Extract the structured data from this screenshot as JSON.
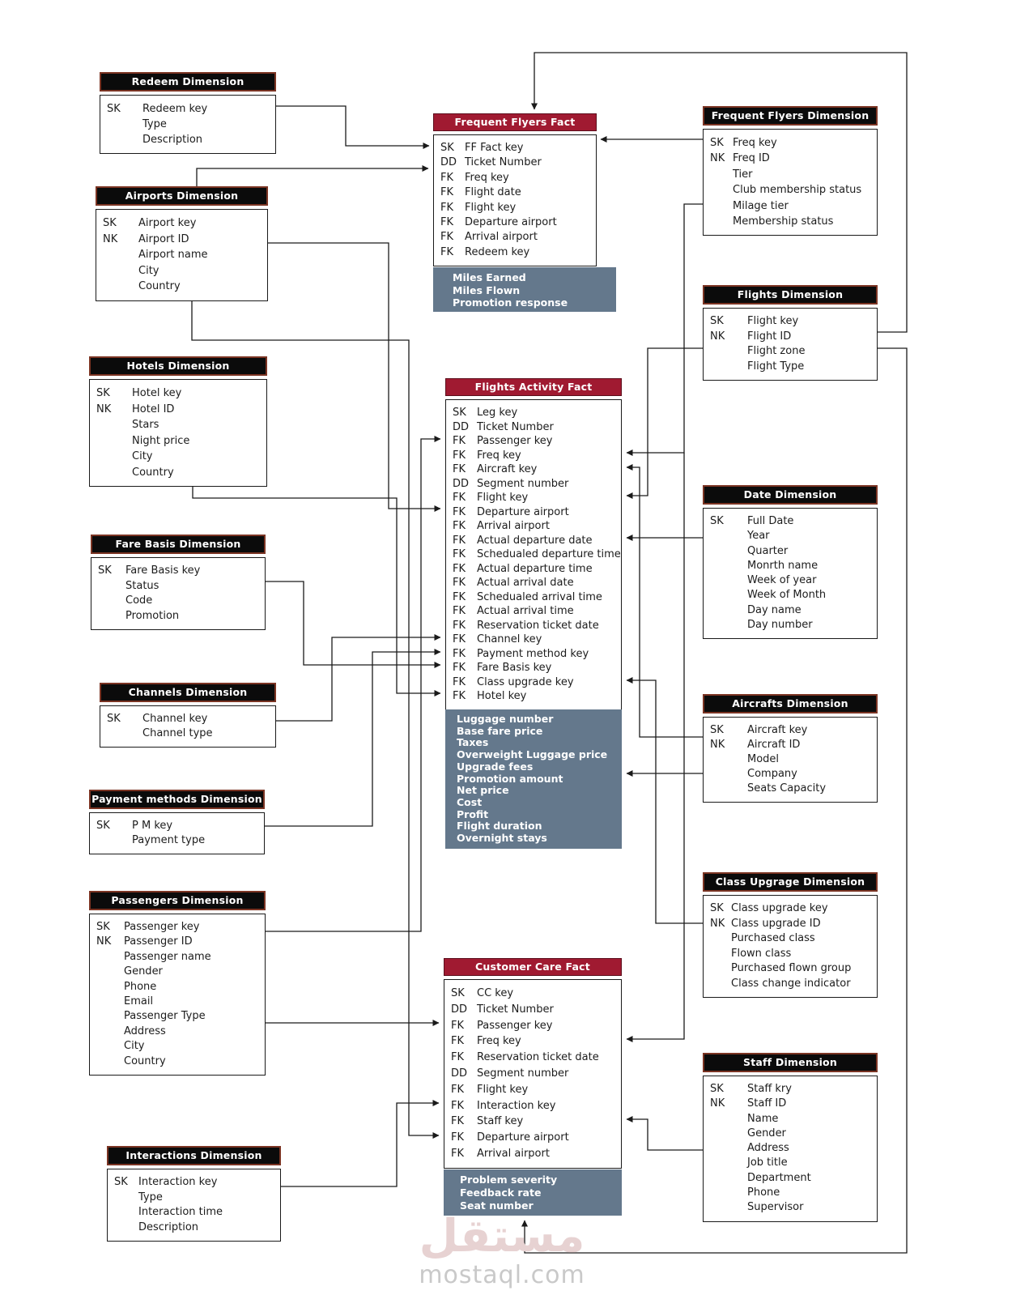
{
  "tables": [
    {
      "id": "redeem-dimension",
      "kind": "dimension",
      "title": "Redeem Dimension",
      "fields": [
        {
          "k": "SK",
          "n": "Redeem key"
        },
        {
          "k": "",
          "n": "Type"
        },
        {
          "k": "",
          "n": "Description"
        }
      ]
    },
    {
      "id": "airports-dimension",
      "kind": "dimension",
      "title": "Airports Dimension",
      "fields": [
        {
          "k": "SK",
          "n": "Airport key"
        },
        {
          "k": "NK",
          "n": "Airport ID"
        },
        {
          "k": "",
          "n": "Airport name"
        },
        {
          "k": "",
          "n": "City"
        },
        {
          "k": "",
          "n": "Country"
        }
      ]
    },
    {
      "id": "hotels-dimension",
      "kind": "dimension",
      "title": "Hotels Dimension",
      "fields": [
        {
          "k": "SK",
          "n": "Hotel key"
        },
        {
          "k": "NK",
          "n": "Hotel ID"
        },
        {
          "k": "",
          "n": "Stars"
        },
        {
          "k": "",
          "n": "Night price"
        },
        {
          "k": "",
          "n": "City"
        },
        {
          "k": "",
          "n": "Country"
        }
      ]
    },
    {
      "id": "fare-basis-dimension",
      "kind": "dimension",
      "title": "Fare Basis Dimension",
      "fields": [
        {
          "k": "SK",
          "n": "Fare Basis key"
        },
        {
          "k": "",
          "n": "Status"
        },
        {
          "k": "",
          "n": "Code"
        },
        {
          "k": "",
          "n": "Promotion"
        }
      ]
    },
    {
      "id": "channels-dimension",
      "kind": "dimension",
      "title": "Channels Dimension",
      "fields": [
        {
          "k": "SK",
          "n": "Channel key"
        },
        {
          "k": "",
          "n": "Channel type"
        }
      ]
    },
    {
      "id": "payment-methods-dimension",
      "kind": "dimension",
      "title": "Payment methods Dimension",
      "fields": [
        {
          "k": "SK",
          "n": "P M key"
        },
        {
          "k": "",
          "n": "Payment type"
        }
      ]
    },
    {
      "id": "passengers-dimension",
      "kind": "dimension",
      "title": "Passengers Dimension",
      "fields": [
        {
          "k": "SK",
          "n": "Passenger key"
        },
        {
          "k": "NK",
          "n": "Passenger ID"
        },
        {
          "k": "",
          "n": "Passenger name"
        },
        {
          "k": "",
          "n": "Gender"
        },
        {
          "k": "",
          "n": "Phone"
        },
        {
          "k": "",
          "n": "Email"
        },
        {
          "k": "",
          "n": "Passenger Type"
        },
        {
          "k": "",
          "n": "Address"
        },
        {
          "k": "",
          "n": "City"
        },
        {
          "k": "",
          "n": "Country"
        }
      ]
    },
    {
      "id": "interactions-dimension",
      "kind": "dimension",
      "title": "Interactions Dimension",
      "fields": [
        {
          "k": "SK",
          "n": "Interaction key"
        },
        {
          "k": "",
          "n": "Type"
        },
        {
          "k": "",
          "n": "Interaction time"
        },
        {
          "k": "",
          "n": "Description"
        }
      ]
    },
    {
      "id": "frequent-flyers-fact",
      "kind": "fact",
      "title": "Frequent Flyers Fact",
      "fields": [
        {
          "k": "SK",
          "n": "FF Fact key"
        },
        {
          "k": "DD",
          "n": "Ticket Number"
        },
        {
          "k": "FK",
          "n": "Freq key"
        },
        {
          "k": "FK",
          "n": "Flight date"
        },
        {
          "k": "FK",
          "n": "Flight key"
        },
        {
          "k": "FK",
          "n": "Departure airport"
        },
        {
          "k": "FK",
          "n": "Arrival airport"
        },
        {
          "k": "FK",
          "n": "Redeem key"
        }
      ],
      "measures": [
        "Miles Earned",
        "Miles Flown",
        "Promotion response"
      ]
    },
    {
      "id": "flights-activity-fact",
      "kind": "fact",
      "title": "Flights Activity Fact",
      "fields": [
        {
          "k": "SK",
          "n": "Leg key"
        },
        {
          "k": "DD",
          "n": "Ticket Number"
        },
        {
          "k": "FK",
          "n": "Passenger key"
        },
        {
          "k": "FK",
          "n": "Freq key"
        },
        {
          "k": "FK",
          "n": "Aircraft key"
        },
        {
          "k": "DD",
          "n": "Segment number"
        },
        {
          "k": "FK",
          "n": "Flight key"
        },
        {
          "k": "FK",
          "n": "Departure airport"
        },
        {
          "k": "FK",
          "n": "Arrival airport"
        },
        {
          "k": "FK",
          "n": "Actual departure date"
        },
        {
          "k": "FK",
          "n": "Schedualed departure time"
        },
        {
          "k": "FK",
          "n": "Actual departure time"
        },
        {
          "k": "FK",
          "n": "Actual arrival date"
        },
        {
          "k": "FK",
          "n": "Schedualed arrival time"
        },
        {
          "k": "FK",
          "n": "Actual arrival time"
        },
        {
          "k": "FK",
          "n": "Reservation ticket date"
        },
        {
          "k": "FK",
          "n": "Channel key"
        },
        {
          "k": "FK",
          "n": "Payment method key"
        },
        {
          "k": "FK",
          "n": "Fare Basis key"
        },
        {
          "k": "FK",
          "n": "Class upgrade key"
        },
        {
          "k": "FK",
          "n": "Hotel key"
        }
      ],
      "measures": [
        "Luggage number",
        "Base fare price",
        "Taxes",
        "Overweight Luggage price",
        "Upgrade fees",
        "Promotion amount",
        "Net price",
        "Cost",
        "Profit",
        "Flight duration",
        "Overnight stays"
      ]
    },
    {
      "id": "customer-care-fact",
      "kind": "fact",
      "title": "Customer Care Fact",
      "fields": [
        {
          "k": "SK",
          "n": "CC key"
        },
        {
          "k": "DD",
          "n": "Ticket Number"
        },
        {
          "k": "FK",
          "n": "Passenger key"
        },
        {
          "k": "FK",
          "n": "Freq key"
        },
        {
          "k": "FK",
          "n": "Reservation ticket date"
        },
        {
          "k": "DD",
          "n": "Segment number"
        },
        {
          "k": "FK",
          "n": "Flight key"
        },
        {
          "k": "FK",
          "n": "Interaction key"
        },
        {
          "k": "FK",
          "n": "Staff key"
        },
        {
          "k": "FK",
          "n": "Departure airport"
        },
        {
          "k": "FK",
          "n": "Arrival airport"
        }
      ],
      "measures": [
        "Problem severity",
        "Feedback rate",
        "Seat number"
      ]
    },
    {
      "id": "frequent-flyers-dimension",
      "kind": "dimension",
      "title": "Frequent Flyers Dimension",
      "fields": [
        {
          "k": "SK",
          "n": "Freq key"
        },
        {
          "k": "NK",
          "n": "Freq ID"
        },
        {
          "k": "",
          "n": "Tier"
        },
        {
          "k": "",
          "n": "Club membership status"
        },
        {
          "k": "",
          "n": "Milage tier"
        },
        {
          "k": "",
          "n": "Membership status"
        }
      ]
    },
    {
      "id": "flights-dimension",
      "kind": "dimension",
      "title": "Flights Dimension",
      "fields": [
        {
          "k": "SK",
          "n": "Flight key"
        },
        {
          "k": "NK",
          "n": "Flight ID"
        },
        {
          "k": "",
          "n": "Flight zone"
        },
        {
          "k": "",
          "n": "Flight Type"
        }
      ]
    },
    {
      "id": "date-dimension",
      "kind": "dimension",
      "title": "Date Dimension",
      "fields": [
        {
          "k": "SK",
          "n": "Full Date"
        },
        {
          "k": "",
          "n": "Year"
        },
        {
          "k": "",
          "n": "Quarter"
        },
        {
          "k": "",
          "n": "Monrth name"
        },
        {
          "k": "",
          "n": "Week of year"
        },
        {
          "k": "",
          "n": "Week of Month"
        },
        {
          "k": "",
          "n": "Day name"
        },
        {
          "k": "",
          "n": "Day number"
        }
      ]
    },
    {
      "id": "aircrafts-dimension",
      "kind": "dimension",
      "title": "Aircrafts Dimension",
      "fields": [
        {
          "k": "SK",
          "n": "Aircraft key"
        },
        {
          "k": "NK",
          "n": "Aircraft ID"
        },
        {
          "k": "",
          "n": "Model"
        },
        {
          "k": "",
          "n": "Company"
        },
        {
          "k": "",
          "n": "Seats Capacity"
        }
      ]
    },
    {
      "id": "class-upgrade-dimension",
      "kind": "dimension",
      "title": "Class Upgrage Dimension",
      "fields": [
        {
          "k": "SK",
          "n": "Class upgrade key"
        },
        {
          "k": "NK",
          "n": "Class upgrade ID"
        },
        {
          "k": "",
          "n": "Purchased class"
        },
        {
          "k": "",
          "n": "Flown class"
        },
        {
          "k": "",
          "n": "Purchased flown group"
        },
        {
          "k": "",
          "n": "Class change indicator"
        }
      ]
    },
    {
      "id": "staff-dimension",
      "kind": "dimension",
      "title": "Staff Dimension",
      "fields": [
        {
          "k": "SK",
          "n": "Staff kry"
        },
        {
          "k": "NK",
          "n": "Staff ID"
        },
        {
          "k": "",
          "n": "Name"
        },
        {
          "k": "",
          "n": "Gender"
        },
        {
          "k": "",
          "n": "Address"
        },
        {
          "k": "",
          "n": "Job title"
        },
        {
          "k": "",
          "n": "Department"
        },
        {
          "k": "",
          "n": "Phone"
        },
        {
          "k": "",
          "n": "Supervisor"
        }
      ]
    }
  ],
  "watermark": {
    "logo": "مستقل",
    "domain": "mostaql.com"
  },
  "colors": {
    "fact_header_bg": "#A01A31",
    "dimension_header_bg": "#0B0B0B",
    "header_text": "#FFFFFF",
    "measures_bg": "#64788C",
    "measures_text": "#FFFFFF",
    "connector": "#1A1A1A",
    "watermark_logo": "#E7D2D2",
    "watermark_domain": "#C9C9C9"
  }
}
